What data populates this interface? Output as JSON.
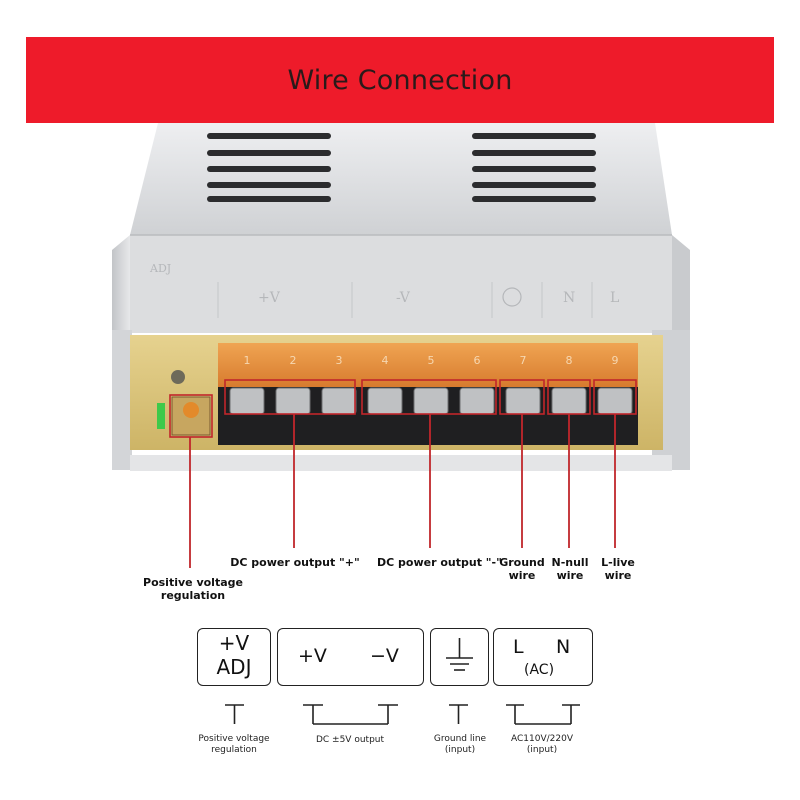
{
  "banner": {
    "title": "Wire Connection"
  },
  "photo": {
    "panel_labels": {
      "adj": "ADJ",
      "pos": "+V",
      "neg": "-V",
      "n": "N",
      "l": "L"
    },
    "terminal_numbers": [
      "1",
      "2",
      "3",
      "4",
      "5",
      "6",
      "7",
      "8",
      "9"
    ]
  },
  "callouts": {
    "pos_voltage_regulation": [
      "Positive voltage",
      "regulation"
    ],
    "dc_output_plus": "DC power output \"+\"",
    "dc_output_minus": "DC power output \"-\"",
    "ground_wire": [
      "Ground",
      "wire"
    ],
    "n_null_wire": [
      "N-null",
      "wire"
    ],
    "l_live_wire": [
      "L-live",
      "wire"
    ]
  },
  "symbols": {
    "adj_box": {
      "line1": "+V",
      "line2": "ADJ"
    },
    "dc_box": {
      "pos": "+V",
      "neg": "−V"
    },
    "ac_box": {
      "l": "L",
      "n": "N",
      "sub": "(AC)"
    }
  },
  "captions": {
    "adj": [
      "Positive voltage",
      "regulation"
    ],
    "dc": "DC ±5V output",
    "ground": [
      "Ground line",
      "(input)"
    ],
    "ac": [
      "AC110V/220V",
      "(input)"
    ]
  },
  "colors": {
    "banner": "#ee1b2a",
    "callout_line": "#c0262b",
    "terminal_cover": "#e8913a",
    "pcb": "#d8c27a",
    "case": "#d7d8da"
  }
}
